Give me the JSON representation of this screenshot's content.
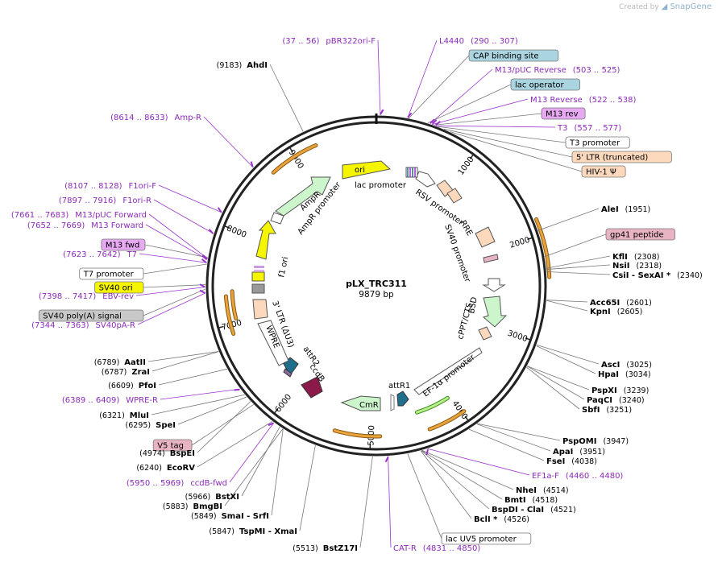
{
  "brand": {
    "prefix": "Created by",
    "name": "SnapGene"
  },
  "plasmid": {
    "name": "pLX_TRC311",
    "length": "9879 bp"
  },
  "ticks": [
    "1000",
    "2000",
    "3000",
    "4000",
    "5000",
    "6000",
    "7000",
    "8000",
    "9000"
  ],
  "sites_right": [
    {
      "name": "AleI",
      "pos": "(1951)"
    },
    {
      "name": "KflI",
      "pos": "(2308)"
    },
    {
      "name": "NsiI",
      "pos": "(2318)"
    },
    {
      "name": "CsiI",
      "name2": "SexAI *",
      "pos": "(2340)"
    },
    {
      "name": "Acc65I",
      "pos": "(2601)"
    },
    {
      "name": "KpnI",
      "pos": "(2605)"
    },
    {
      "name": "AscI",
      "pos": "(3025)"
    },
    {
      "name": "HpaI",
      "pos": "(3034)"
    },
    {
      "name": "PspXI",
      "pos": "(3239)"
    },
    {
      "name": "PaqCI",
      "pos": "(3240)"
    },
    {
      "name": "SbfI",
      "pos": "(3251)"
    },
    {
      "name": "PspOMI",
      "pos": "(3947)"
    },
    {
      "name": "ApaI",
      "pos": "(3951)"
    },
    {
      "name": "FseI",
      "pos": "(4038)"
    },
    {
      "name": "NheI",
      "pos": "(4514)"
    },
    {
      "name": "BmtI",
      "pos": "(4518)"
    },
    {
      "name": "BspDI",
      "name2": "ClaI",
      "pos": "(4521)"
    },
    {
      "name": "BclI *",
      "pos": "(4526)"
    }
  ],
  "sites_left": [
    {
      "name": "AhdI",
      "pos": "(9183)"
    },
    {
      "name": "AatII",
      "pos": "(6789)"
    },
    {
      "name": "ZraI",
      "pos": "(6787)"
    },
    {
      "name": "PfoI",
      "pos": "(6609)"
    },
    {
      "name": "MluI",
      "pos": "(6321)"
    },
    {
      "name": "SpeI",
      "pos": "(6295)"
    },
    {
      "name": "EcoRV",
      "pos": "(6240)"
    },
    {
      "name": "BstXI",
      "pos": "(5966)"
    },
    {
      "name": "BmgBI",
      "pos": "(5883)"
    },
    {
      "name": "SmaI",
      "name2": "SrfI",
      "pos": "(5849)"
    },
    {
      "name": "TspMI",
      "name2": "XmaI",
      "pos": "(5847)"
    },
    {
      "name": "BstZ17I",
      "pos": "(5513)"
    },
    {
      "name": "BspEI",
      "pos": "(4974)"
    }
  ],
  "primers": [
    {
      "name": "pBR322ori-F",
      "range": "(37 .. 56)"
    },
    {
      "name": "L4440",
      "range": "(290 .. 307)"
    },
    {
      "name": "M13/pUC Reverse",
      "range": "(503 .. 525)"
    },
    {
      "name": "M13 Reverse",
      "range": "(522 .. 538)"
    },
    {
      "name": "T3",
      "range": "(557 .. 577)"
    },
    {
      "name": "EF1a-F",
      "range": "(4460 .. 4480)"
    },
    {
      "name": "CAT-R",
      "range": "(4831 .. 4850)"
    },
    {
      "name": "ccdB-fwd",
      "range": "(5950 .. 5969)"
    },
    {
      "name": "WPRE-R",
      "range": "(6389 .. 6409)"
    },
    {
      "name": "SV40pA-R",
      "range": "(7344 .. 7363)"
    },
    {
      "name": "EBV-rev",
      "range": "(7398 .. 7417)"
    },
    {
      "name": "T7",
      "range": "(7623 .. 7642)"
    },
    {
      "name": "M13 Forward",
      "range": "(7652 .. 7669)"
    },
    {
      "name": "M13/pUC Forward",
      "range": "(7661 .. 7683)"
    },
    {
      "name": "F1ori-R",
      "range": "(7897 .. 7916)"
    },
    {
      "name": "F1ori-F",
      "range": "(8107 .. 8128)"
    },
    {
      "name": "Amp-R",
      "range": "(8614 .. 8633)"
    }
  ],
  "boxes": [
    {
      "text": "CAP binding site",
      "fill": "#a9d4e0"
    },
    {
      "text": "lac operator",
      "fill": "#a9d4e0"
    },
    {
      "text": "M13 rev",
      "fill": "#e7a9f2"
    },
    {
      "text": "T3 promoter",
      "fill": "#ffffff"
    },
    {
      "text": "5' LTR (truncated)",
      "fill": "#fcd9bd"
    },
    {
      "text": "HIV-1 Ψ",
      "fill": "#fcd9bd"
    },
    {
      "text": "gp41 peptide",
      "fill": "#e8b3c3"
    },
    {
      "text": "M13 fwd",
      "fill": "#e7a9f2"
    },
    {
      "text": "T7 promoter",
      "fill": "#ffffff"
    },
    {
      "text": "SV40 ori",
      "fill": "#f5f500"
    },
    {
      "text": "SV40 poly(A) signal",
      "fill": "#c8c8c8"
    },
    {
      "text": "V5 tag",
      "fill": "#e8b3c3"
    },
    {
      "text": "lac UV5 promoter",
      "fill": "#ffffff"
    }
  ],
  "features": [
    "ori",
    "lac promoter",
    "RSV promoter",
    "RRE",
    "SV40 promoter",
    "BSD",
    "cPPT/CTS",
    "EF-1α promoter",
    "attR1",
    "CmR",
    "ccdB",
    "attR2",
    "3' LTR (ΔU3)",
    "WPRE",
    "SV40 ori",
    "f1 ori",
    "AmpR promoter",
    "AmpR"
  ],
  "colors": {
    "primer": "#9933cc",
    "ori": "#f5f500",
    "ampr": "#ccf5cc",
    "ltr": "#fcd9bd",
    "ccdb": "#8b1a4a",
    "attr": "#1e6e8c",
    "orf_arrow": "#e8a33c"
  }
}
